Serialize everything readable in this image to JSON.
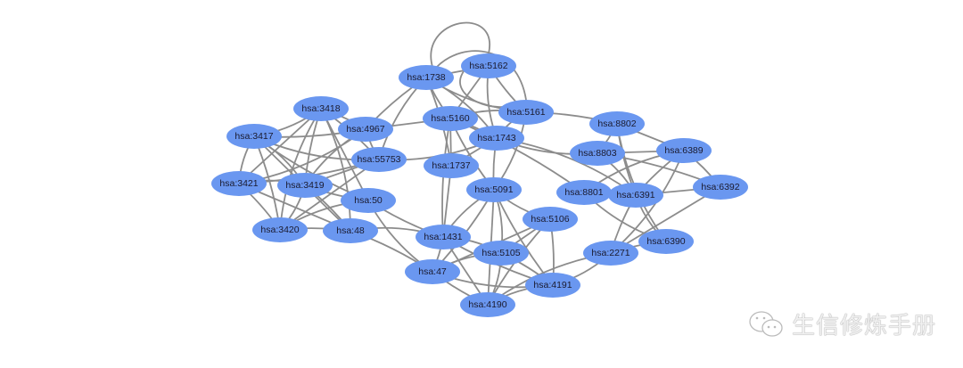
{
  "network": {
    "node_color": "#6a97f0",
    "edge_color": "#8c8c8c",
    "nodes": [
      "hsa:3418",
      "hsa:4967",
      "hsa:3417",
      "hsa:55753",
      "hsa:3421",
      "hsa:3419",
      "hsa:50",
      "hsa:3420",
      "hsa:48",
      "hsa:1738",
      "hsa:5162",
      "hsa:5160",
      "hsa:5161",
      "hsa:1743",
      "hsa:1737",
      "hsa:5091",
      "hsa:1431",
      "hsa:5105",
      "hsa:47",
      "hsa:4190",
      "hsa:4191",
      "hsa:5106",
      "hsa:8802",
      "hsa:8803",
      "hsa:6389",
      "hsa:8801",
      "hsa:6391",
      "hsa:6392",
      "hsa:6390",
      "hsa:2271"
    ],
    "edges": [
      [
        "hsa:3418",
        "hsa:3417"
      ],
      [
        "hsa:3418",
        "hsa:4967"
      ],
      [
        "hsa:3418",
        "hsa:3421"
      ],
      [
        "hsa:3418",
        "hsa:3419"
      ],
      [
        "hsa:3418",
        "hsa:3420"
      ],
      [
        "hsa:3418",
        "hsa:48"
      ],
      [
        "hsa:3418",
        "hsa:55753"
      ],
      [
        "hsa:3418",
        "hsa:50"
      ],
      [
        "hsa:3417",
        "hsa:4967"
      ],
      [
        "hsa:3417",
        "hsa:3421"
      ],
      [
        "hsa:3417",
        "hsa:3419"
      ],
      [
        "hsa:3417",
        "hsa:3420"
      ],
      [
        "hsa:3417",
        "hsa:48"
      ],
      [
        "hsa:3417",
        "hsa:50"
      ],
      [
        "hsa:3417",
        "hsa:55753"
      ],
      [
        "hsa:3421",
        "hsa:3419"
      ],
      [
        "hsa:3421",
        "hsa:3420"
      ],
      [
        "hsa:3421",
        "hsa:48"
      ],
      [
        "hsa:3421",
        "hsa:55753"
      ],
      [
        "hsa:3421",
        "hsa:4967"
      ],
      [
        "hsa:3419",
        "hsa:3420"
      ],
      [
        "hsa:3419",
        "hsa:48"
      ],
      [
        "hsa:3419",
        "hsa:55753"
      ],
      [
        "hsa:3419",
        "hsa:50"
      ],
      [
        "hsa:4967",
        "hsa:3419"
      ],
      [
        "hsa:3420",
        "hsa:50"
      ],
      [
        "hsa:3420",
        "hsa:48"
      ],
      [
        "hsa:3420",
        "hsa:55753"
      ],
      [
        "hsa:4967",
        "hsa:55753"
      ],
      [
        "hsa:55753",
        "hsa:1743"
      ],
      [
        "hsa:55753",
        "hsa:1738"
      ],
      [
        "hsa:4967",
        "hsa:1738"
      ],
      [
        "hsa:4967",
        "hsa:5160"
      ],
      [
        "hsa:50",
        "hsa:1431"
      ],
      [
        "hsa:50",
        "hsa:47"
      ],
      [
        "hsa:48",
        "hsa:1431"
      ],
      [
        "hsa:48",
        "hsa:47"
      ],
      [
        "hsa:1738",
        "hsa:5162"
      ],
      [
        "hsa:1738",
        "hsa:5160"
      ],
      [
        "hsa:1738",
        "hsa:5161"
      ],
      [
        "hsa:1738",
        "hsa:1743"
      ],
      [
        "hsa:1738",
        "hsa:1737"
      ],
      [
        "hsa:5162",
        "hsa:5160"
      ],
      [
        "hsa:5162",
        "hsa:5161"
      ],
      [
        "hsa:5162",
        "hsa:1743"
      ],
      [
        "hsa:5160",
        "hsa:5161"
      ],
      [
        "hsa:5160",
        "hsa:1743"
      ],
      [
        "hsa:5160",
        "hsa:1737"
      ],
      [
        "hsa:5160",
        "hsa:5091"
      ],
      [
        "hsa:5161",
        "hsa:1743"
      ],
      [
        "hsa:5161",
        "hsa:5091"
      ],
      [
        "hsa:5161",
        "hsa:8802"
      ],
      [
        "hsa:1743",
        "hsa:1737"
      ],
      [
        "hsa:1743",
        "hsa:5091"
      ],
      [
        "hsa:1743",
        "hsa:8803"
      ],
      [
        "hsa:1743",
        "hsa:6391"
      ],
      [
        "hsa:5160",
        "hsa:8801"
      ],
      [
        "hsa:1737",
        "hsa:1431"
      ],
      [
        "hsa:5160",
        "hsa:1431"
      ],
      [
        "hsa:5091",
        "hsa:1431"
      ],
      [
        "hsa:5091",
        "hsa:5105"
      ],
      [
        "hsa:5091",
        "hsa:47"
      ],
      [
        "hsa:5091",
        "hsa:4190"
      ],
      [
        "hsa:5091",
        "hsa:4191"
      ],
      [
        "hsa:5091",
        "hsa:5106"
      ],
      [
        "hsa:1431",
        "hsa:5105"
      ],
      [
        "hsa:1431",
        "hsa:47"
      ],
      [
        "hsa:1431",
        "hsa:4190"
      ],
      [
        "hsa:1431",
        "hsa:4191"
      ],
      [
        "hsa:5105",
        "hsa:47"
      ],
      [
        "hsa:5105",
        "hsa:4190"
      ],
      [
        "hsa:5105",
        "hsa:4191"
      ],
      [
        "hsa:5105",
        "hsa:5106"
      ],
      [
        "hsa:47",
        "hsa:4190"
      ],
      [
        "hsa:47",
        "hsa:4191"
      ],
      [
        "hsa:4190",
        "hsa:4191"
      ],
      [
        "hsa:5106",
        "hsa:4191"
      ],
      [
        "hsa:5106",
        "hsa:47"
      ],
      [
        "hsa:5106",
        "hsa:4190"
      ],
      [
        "hsa:4191",
        "hsa:2271"
      ],
      [
        "hsa:4190",
        "hsa:2271"
      ],
      [
        "hsa:8802",
        "hsa:8803"
      ],
      [
        "hsa:8802",
        "hsa:6389"
      ],
      [
        "hsa:8802",
        "hsa:6391"
      ],
      [
        "hsa:8802",
        "hsa:6390"
      ],
      [
        "hsa:8803",
        "hsa:6391"
      ],
      [
        "hsa:8803",
        "hsa:6392"
      ],
      [
        "hsa:8803",
        "hsa:6389"
      ],
      [
        "hsa:8801",
        "hsa:6391"
      ],
      [
        "hsa:8801",
        "hsa:6390"
      ],
      [
        "hsa:8801",
        "hsa:6389"
      ],
      [
        "hsa:6391",
        "hsa:6389"
      ],
      [
        "hsa:6391",
        "hsa:6392"
      ],
      [
        "hsa:6391",
        "hsa:2271"
      ],
      [
        "hsa:6391",
        "hsa:6390"
      ],
      [
        "hsa:6389",
        "hsa:2271"
      ],
      [
        "hsa:6389",
        "hsa:6392"
      ],
      [
        "hsa:6392",
        "hsa:2271"
      ],
      [
        "hsa:6390",
        "hsa:2271"
      ]
    ]
  },
  "watermark": {
    "text": "生信修炼手册"
  }
}
